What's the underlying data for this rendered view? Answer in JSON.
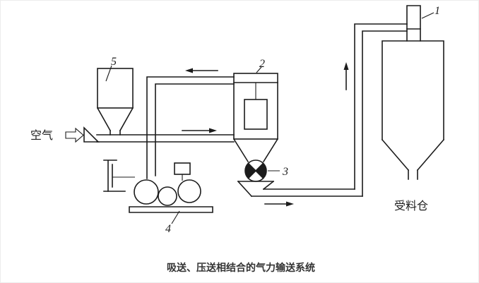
{
  "diagram": {
    "caption": "吸送、压送相结合的气力输送系统",
    "labels": {
      "air": "空气",
      "receiving_silo": "受料仓",
      "part1": "1",
      "part2": "2",
      "part3": "3",
      "part4": "4",
      "part5": "5"
    },
    "parts": {
      "part1_name": "exhaust-filter",
      "part2_name": "separator",
      "part3_name": "rotary-valve",
      "part4_name": "blower-unit",
      "part5_name": "feed-hopper"
    },
    "colors": {
      "line": "#1c1c1c",
      "background": "#ffffff",
      "caption": "#333333"
    }
  }
}
